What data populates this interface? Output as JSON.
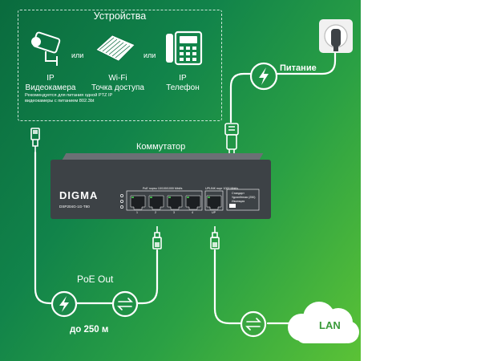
{
  "devices": {
    "title": "Устройства",
    "or_label": "или",
    "items": [
      {
        "icon": "ip-camera-icon",
        "line1": "IP",
        "line2": "Видеокамера"
      },
      {
        "icon": "wifi-access-point-icon",
        "line1": "Wi-Fi",
        "line2": "Точка доступа"
      },
      {
        "icon": "ip-phone-icon",
        "line1": "IP",
        "line2": "Телефон"
      }
    ],
    "note": "Рекомендуется для питания одной PTZ IP видеокамеры с питанием 802.3bt"
  },
  "switch": {
    "title": "Коммутатор",
    "brand": "DIGMA",
    "model": "DSP204G-1G-T80",
    "poe_ports_label": "PoE порты 10/100/1000 Mbit/s",
    "uplink_label": "UPLINK порт 1000 Mbit/s",
    "mode_labels": [
      "Стандарт",
      "Удлинённая (250)",
      "Изоляция"
    ],
    "port_numbers": [
      "1",
      "2",
      "3",
      "4",
      "UP"
    ]
  },
  "power": {
    "label": "Питание"
  },
  "poe": {
    "label": "PoE Out",
    "distance": "до 250 м"
  },
  "lan": {
    "label": "LAN"
  },
  "colors": {
    "bg_dark": "#0a6b3e",
    "bg_light": "#5bc236",
    "line": "#ffffff",
    "lan_text": "#3a9a3a",
    "switch": "#3d4246"
  }
}
